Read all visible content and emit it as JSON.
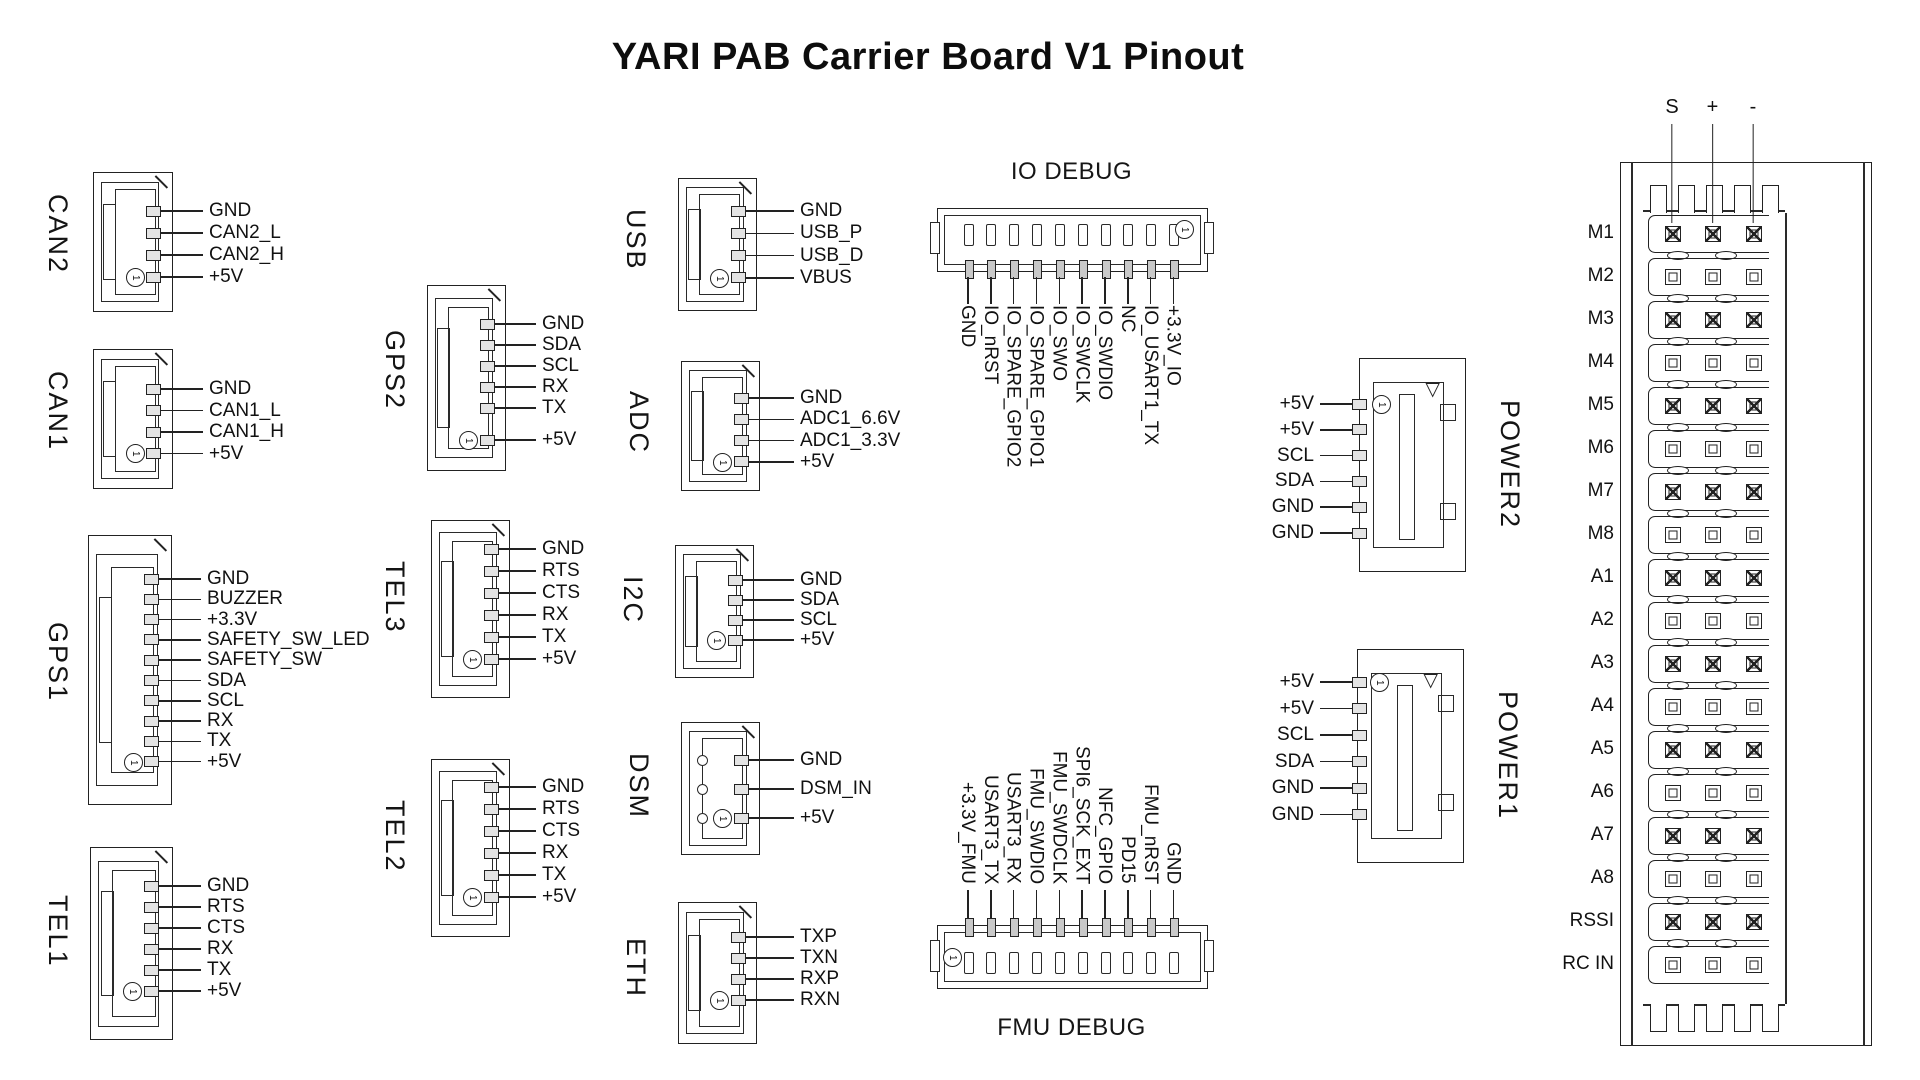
{
  "title": "YARI PAB Carrier Board V1 Pinout",
  "pin1_label": "1",
  "colors": {
    "line": "#222222",
    "text": "#111111",
    "background": "#ffffff"
  },
  "connectors": {
    "can2": {
      "label": "CAN2",
      "pins": [
        "GND",
        "CAN2_L",
        "CAN2_H",
        "+5V"
      ]
    },
    "can1": {
      "label": "CAN1",
      "pins": [
        "GND",
        "CAN1_L",
        "CAN1_H",
        "+5V"
      ]
    },
    "gps1": {
      "label": "GPS1",
      "pins": [
        "GND",
        "BUZZER",
        "+3.3V",
        "SAFETY_SW_LED",
        "SAFETY_SW",
        "SDA",
        "SCL",
        "RX",
        "TX",
        "+5V"
      ]
    },
    "tel1": {
      "label": "TEL1",
      "pins": [
        "GND",
        "RTS",
        "CTS",
        "RX",
        "TX",
        "+5V"
      ]
    },
    "gps2": {
      "label": "GPS2",
      "pins": [
        "GND",
        "SDA",
        "SCL",
        "RX",
        "TX",
        "+5V"
      ]
    },
    "tel3": {
      "label": "TEL3",
      "pins": [
        "GND",
        "RTS",
        "CTS",
        "RX",
        "TX",
        "+5V"
      ]
    },
    "tel2": {
      "label": "TEL2",
      "pins": [
        "GND",
        "RTS",
        "CTS",
        "RX",
        "TX",
        "+5V"
      ]
    },
    "usb": {
      "label": "USB",
      "pins": [
        "GND",
        "USB_P",
        "USB_D",
        "VBUS"
      ]
    },
    "adc": {
      "label": "ADC",
      "pins": [
        "GND",
        "ADC1_6.6V",
        "ADC1_3.3V",
        "+5V"
      ]
    },
    "i2c": {
      "label": "I2C",
      "pins": [
        "GND",
        "SDA",
        "SCL",
        "+5V"
      ]
    },
    "dsm": {
      "label": "DSM",
      "pins": [
        "GND",
        "DSM_IN",
        "+5V"
      ]
    },
    "eth": {
      "label": "ETH",
      "pins": [
        "TXP",
        "TXN",
        "RXP",
        "RXN"
      ]
    },
    "io_debug": {
      "label": "IO DEBUG",
      "pins": [
        "GND",
        "IO_nRST",
        "IO_SPARE_GPIO2",
        "IO_SPARE_GPIO1",
        "IO_SWO",
        "IO_SWCLK",
        "IO_SWDIO",
        "NC",
        "IO_USART1_TX",
        "+3.3V_IO"
      ]
    },
    "fmu_debug": {
      "label": "FMU DEBUG",
      "pins": [
        "+3.3V_FMU",
        "USART3_TX",
        "USART3_RX",
        "FMU_SWDIO",
        "FMU_SWDCLK",
        "SPI6_SCK_EXT",
        "NFC_GPIO",
        "PD15",
        "FMU_nRST",
        "GND"
      ]
    },
    "power2": {
      "label": "POWER2",
      "pins": [
        "+5V",
        "+5V",
        "SCL",
        "SDA",
        "GND",
        "GND"
      ]
    },
    "power1": {
      "label": "POWER1",
      "pins": [
        "+5V",
        "+5V",
        "SCL",
        "SDA",
        "GND",
        "GND"
      ]
    },
    "servo_rail": {
      "columns": [
        "S",
        "+",
        "-"
      ],
      "rows": [
        "M1",
        "M2",
        "M3",
        "M4",
        "M5",
        "M6",
        "M7",
        "M8",
        "A1",
        "A2",
        "A3",
        "A4",
        "A5",
        "A6",
        "A7",
        "A8",
        "RSSI",
        "RC IN"
      ]
    }
  },
  "pin1_triangle": "▽"
}
